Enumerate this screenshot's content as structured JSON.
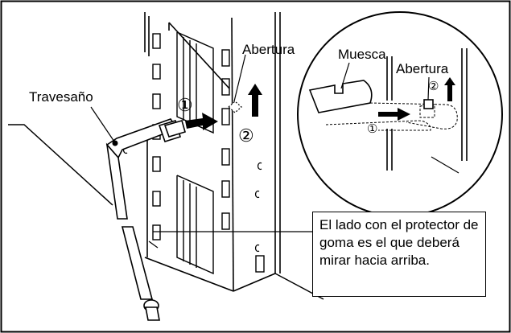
{
  "labels": {
    "travesano": "Travesaño",
    "abertura_main": "Abertura",
    "muesca": "Muesca",
    "abertura_detail": "Abertura",
    "step1_main": "①",
    "step2_main": "②",
    "step1_detail": "①",
    "step2_detail": "②"
  },
  "note": {
    "text": "El lado con el protector de goma es el que deberá mirar hacia arriba."
  },
  "colors": {
    "ink": "#000000",
    "paper": "#ffffff",
    "hidden": "#444444"
  }
}
